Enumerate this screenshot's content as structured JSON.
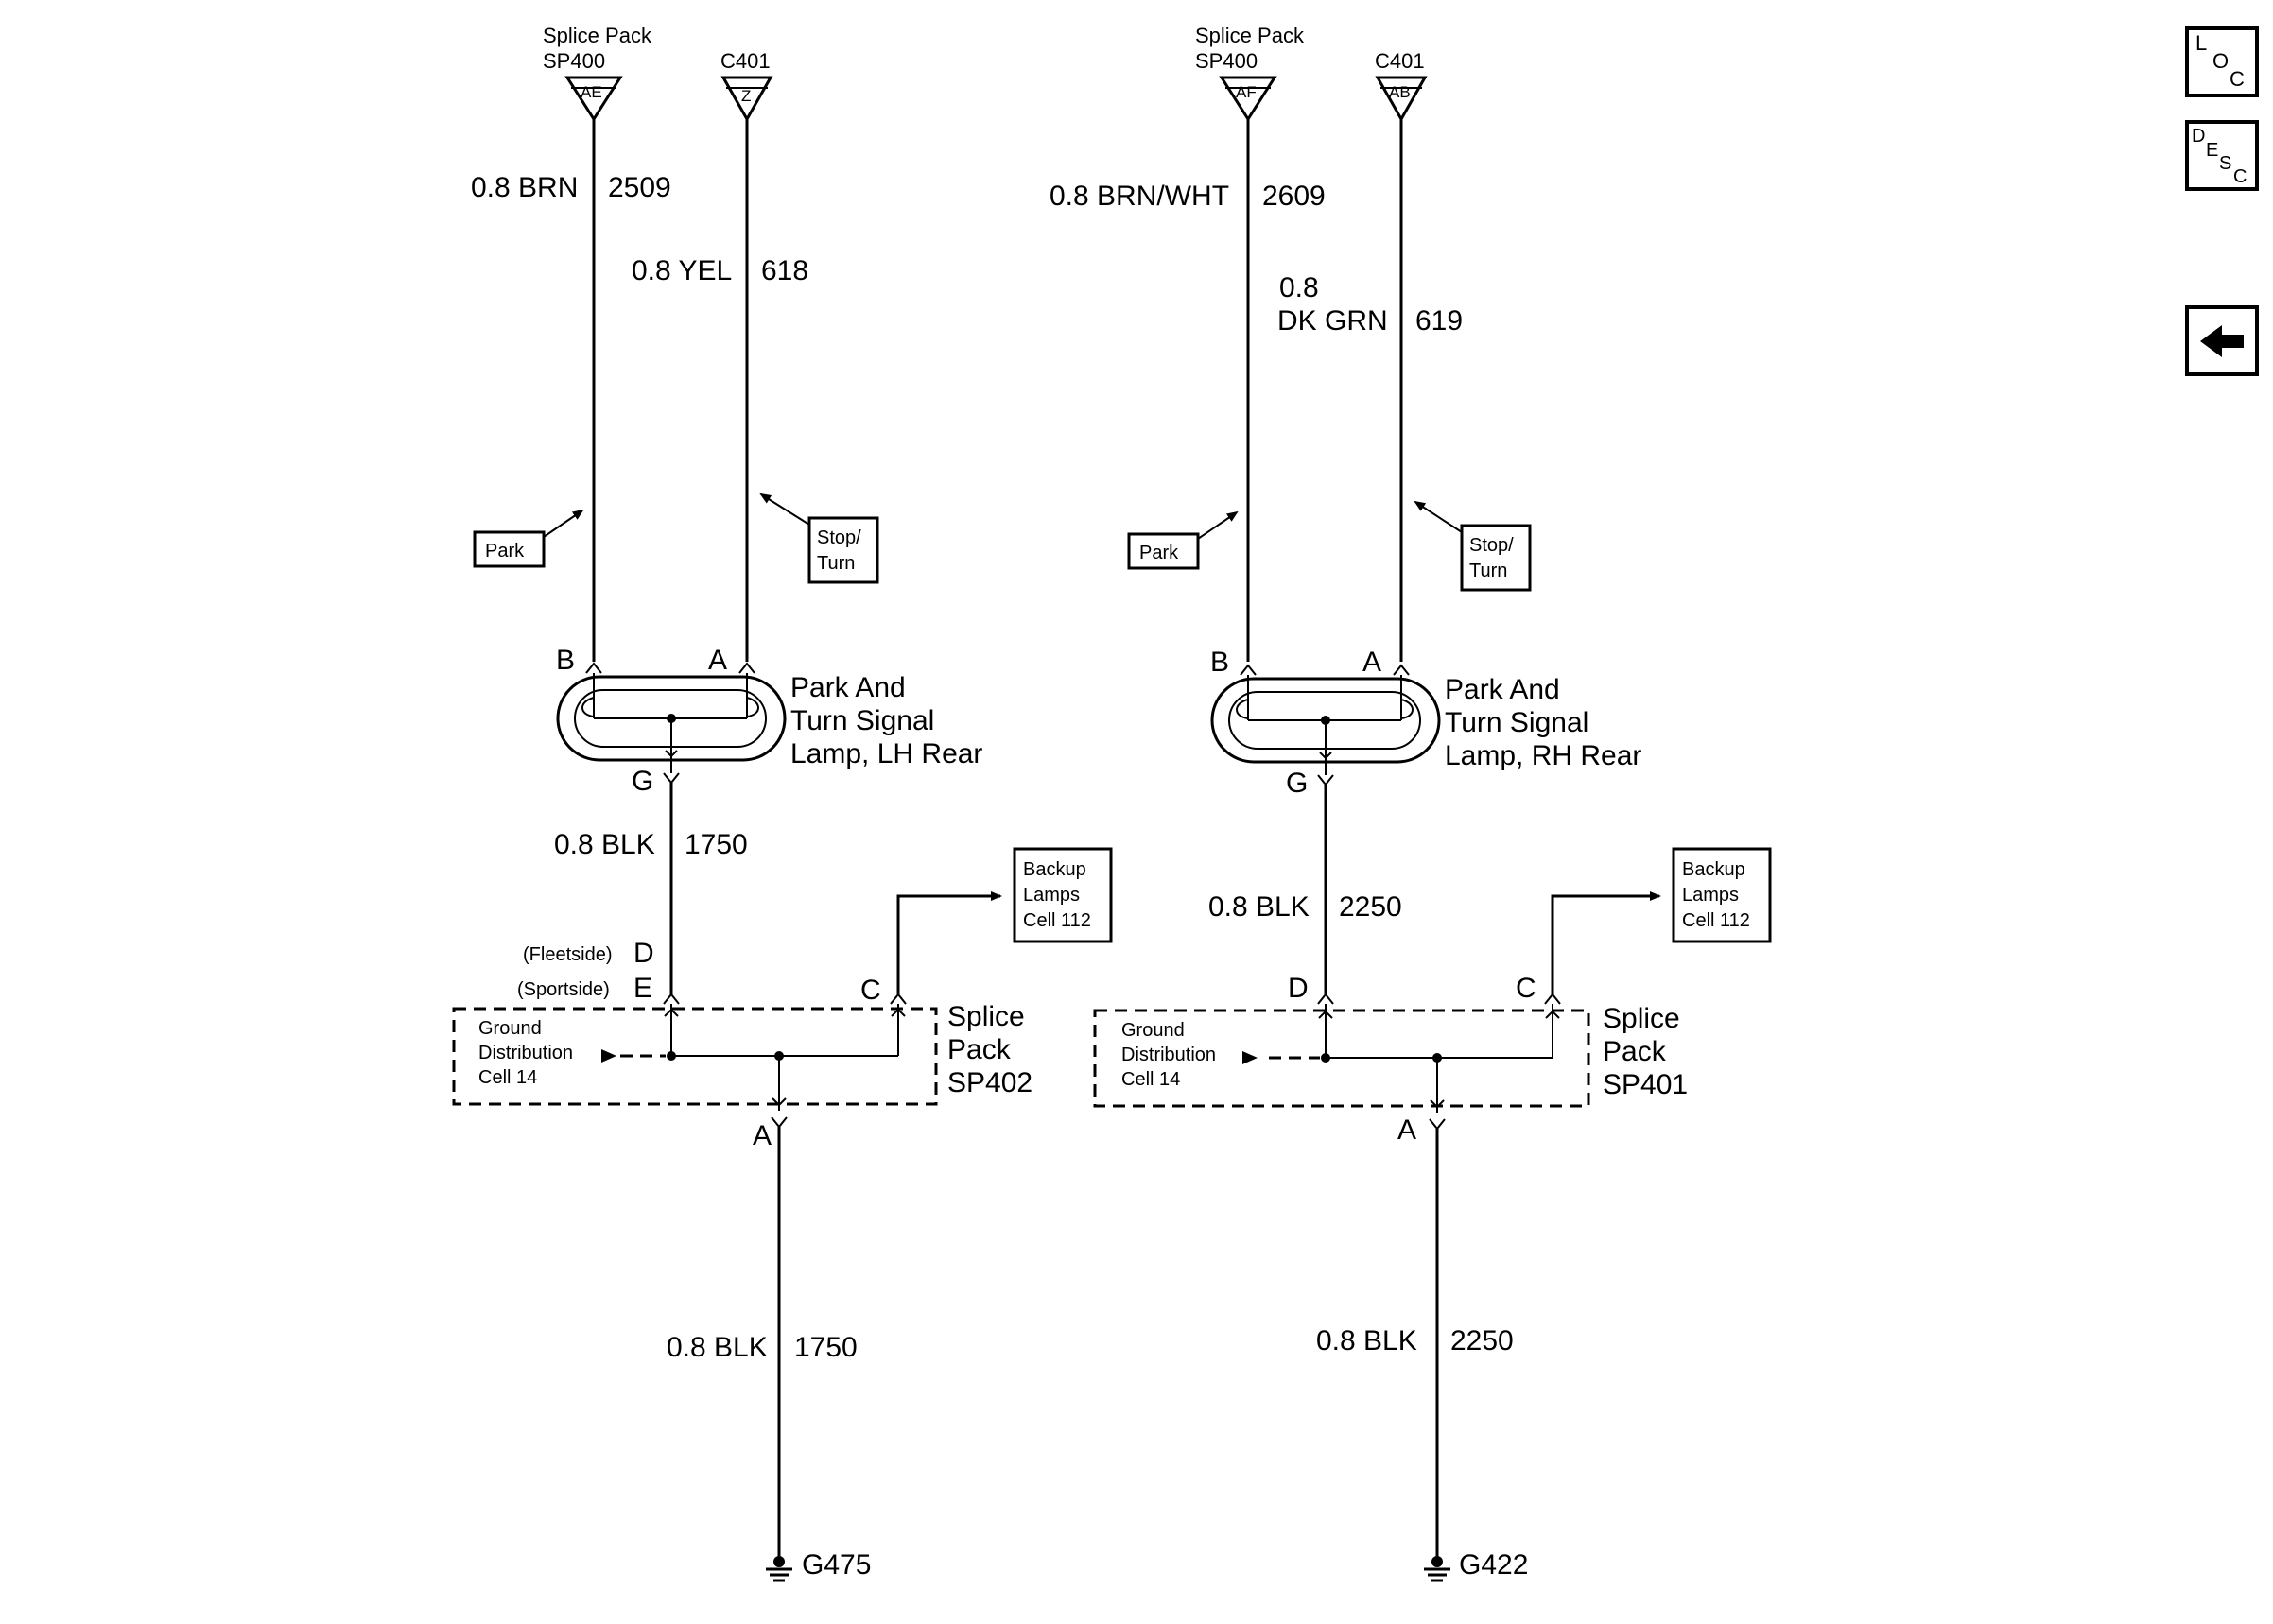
{
  "left": {
    "splice_pack_title": "Splice Pack",
    "splice_pack_id": "SP400",
    "splice_pack_pin": "AE",
    "conn_id": "C401",
    "conn_pin": "Z",
    "wire_park_label": "0.8 BRN",
    "wire_park_circuit": "2509",
    "wire_turn_label": "0.8 YEL",
    "wire_turn_circuit": "618",
    "park_tag": "Park",
    "stop_tag_line1": "Stop/",
    "stop_tag_line2": "Turn",
    "pin_b": "B",
    "pin_a": "A",
    "lamp_line1": "Park And",
    "lamp_line2": "Turn Signal",
    "lamp_line3": "Lamp, LH Rear",
    "pin_g": "G",
    "wire_ground_label": "0.8 BLK",
    "wire_ground_circuit": "1750",
    "backup_line1": "Backup",
    "backup_line2": "Lamps",
    "backup_line3": "Cell 112",
    "fleetside": "(Fleetside)",
    "fleetside_pin": "D",
    "sportside": "(Sportside)",
    "sportside_pin": "E",
    "pin_c": "C",
    "ground_dist_line1": "Ground",
    "ground_dist_line2": "Distribution",
    "ground_dist_line3": "Cell 14",
    "splice_line1": "Splice",
    "splice_line2": "Pack",
    "splice_line3": "SP402",
    "out_pin": "A",
    "wire_out_label": "0.8 BLK",
    "wire_out_circuit": "1750",
    "ground_id": "G475"
  },
  "right": {
    "splice_pack_title": "Splice Pack",
    "splice_pack_id": "SP400",
    "splice_pack_pin": "AF",
    "conn_id": "C401",
    "conn_pin": "AB",
    "wire_park_label": "0.8 BRN/WHT",
    "wire_park_circuit": "2609",
    "wire_turn_label_1": "0.8",
    "wire_turn_label_2": "DK GRN",
    "wire_turn_circuit": "619",
    "park_tag": "Park",
    "stop_tag_line1": "Stop/",
    "stop_tag_line2": "Turn",
    "pin_b": "B",
    "pin_a": "A",
    "lamp_line1": "Park And",
    "lamp_line2": "Turn Signal",
    "lamp_line3": "Lamp, RH Rear",
    "pin_g": "G",
    "wire_ground_label": "0.8 BLK",
    "wire_ground_circuit": "2250",
    "backup_line1": "Backup",
    "backup_line2": "Lamps",
    "backup_line3": "Cell 112",
    "pin_d": "D",
    "pin_c": "C",
    "ground_dist_line1": "Ground",
    "ground_dist_line2": "Distribution",
    "ground_dist_line3": "Cell 14",
    "splice_line1": "Splice",
    "splice_line2": "Pack",
    "splice_line3": "SP401",
    "out_pin": "A",
    "wire_out_label": "0.8 BLK",
    "wire_out_circuit": "2250",
    "ground_id": "G422"
  },
  "side_buttons": {
    "loc": {
      "l1": "L",
      "l2": "O",
      "l3": "C"
    },
    "desc": {
      "l1": "D",
      "l2": "E",
      "l3": "S",
      "l4": "C"
    },
    "back_icon": "left-arrow-icon"
  }
}
